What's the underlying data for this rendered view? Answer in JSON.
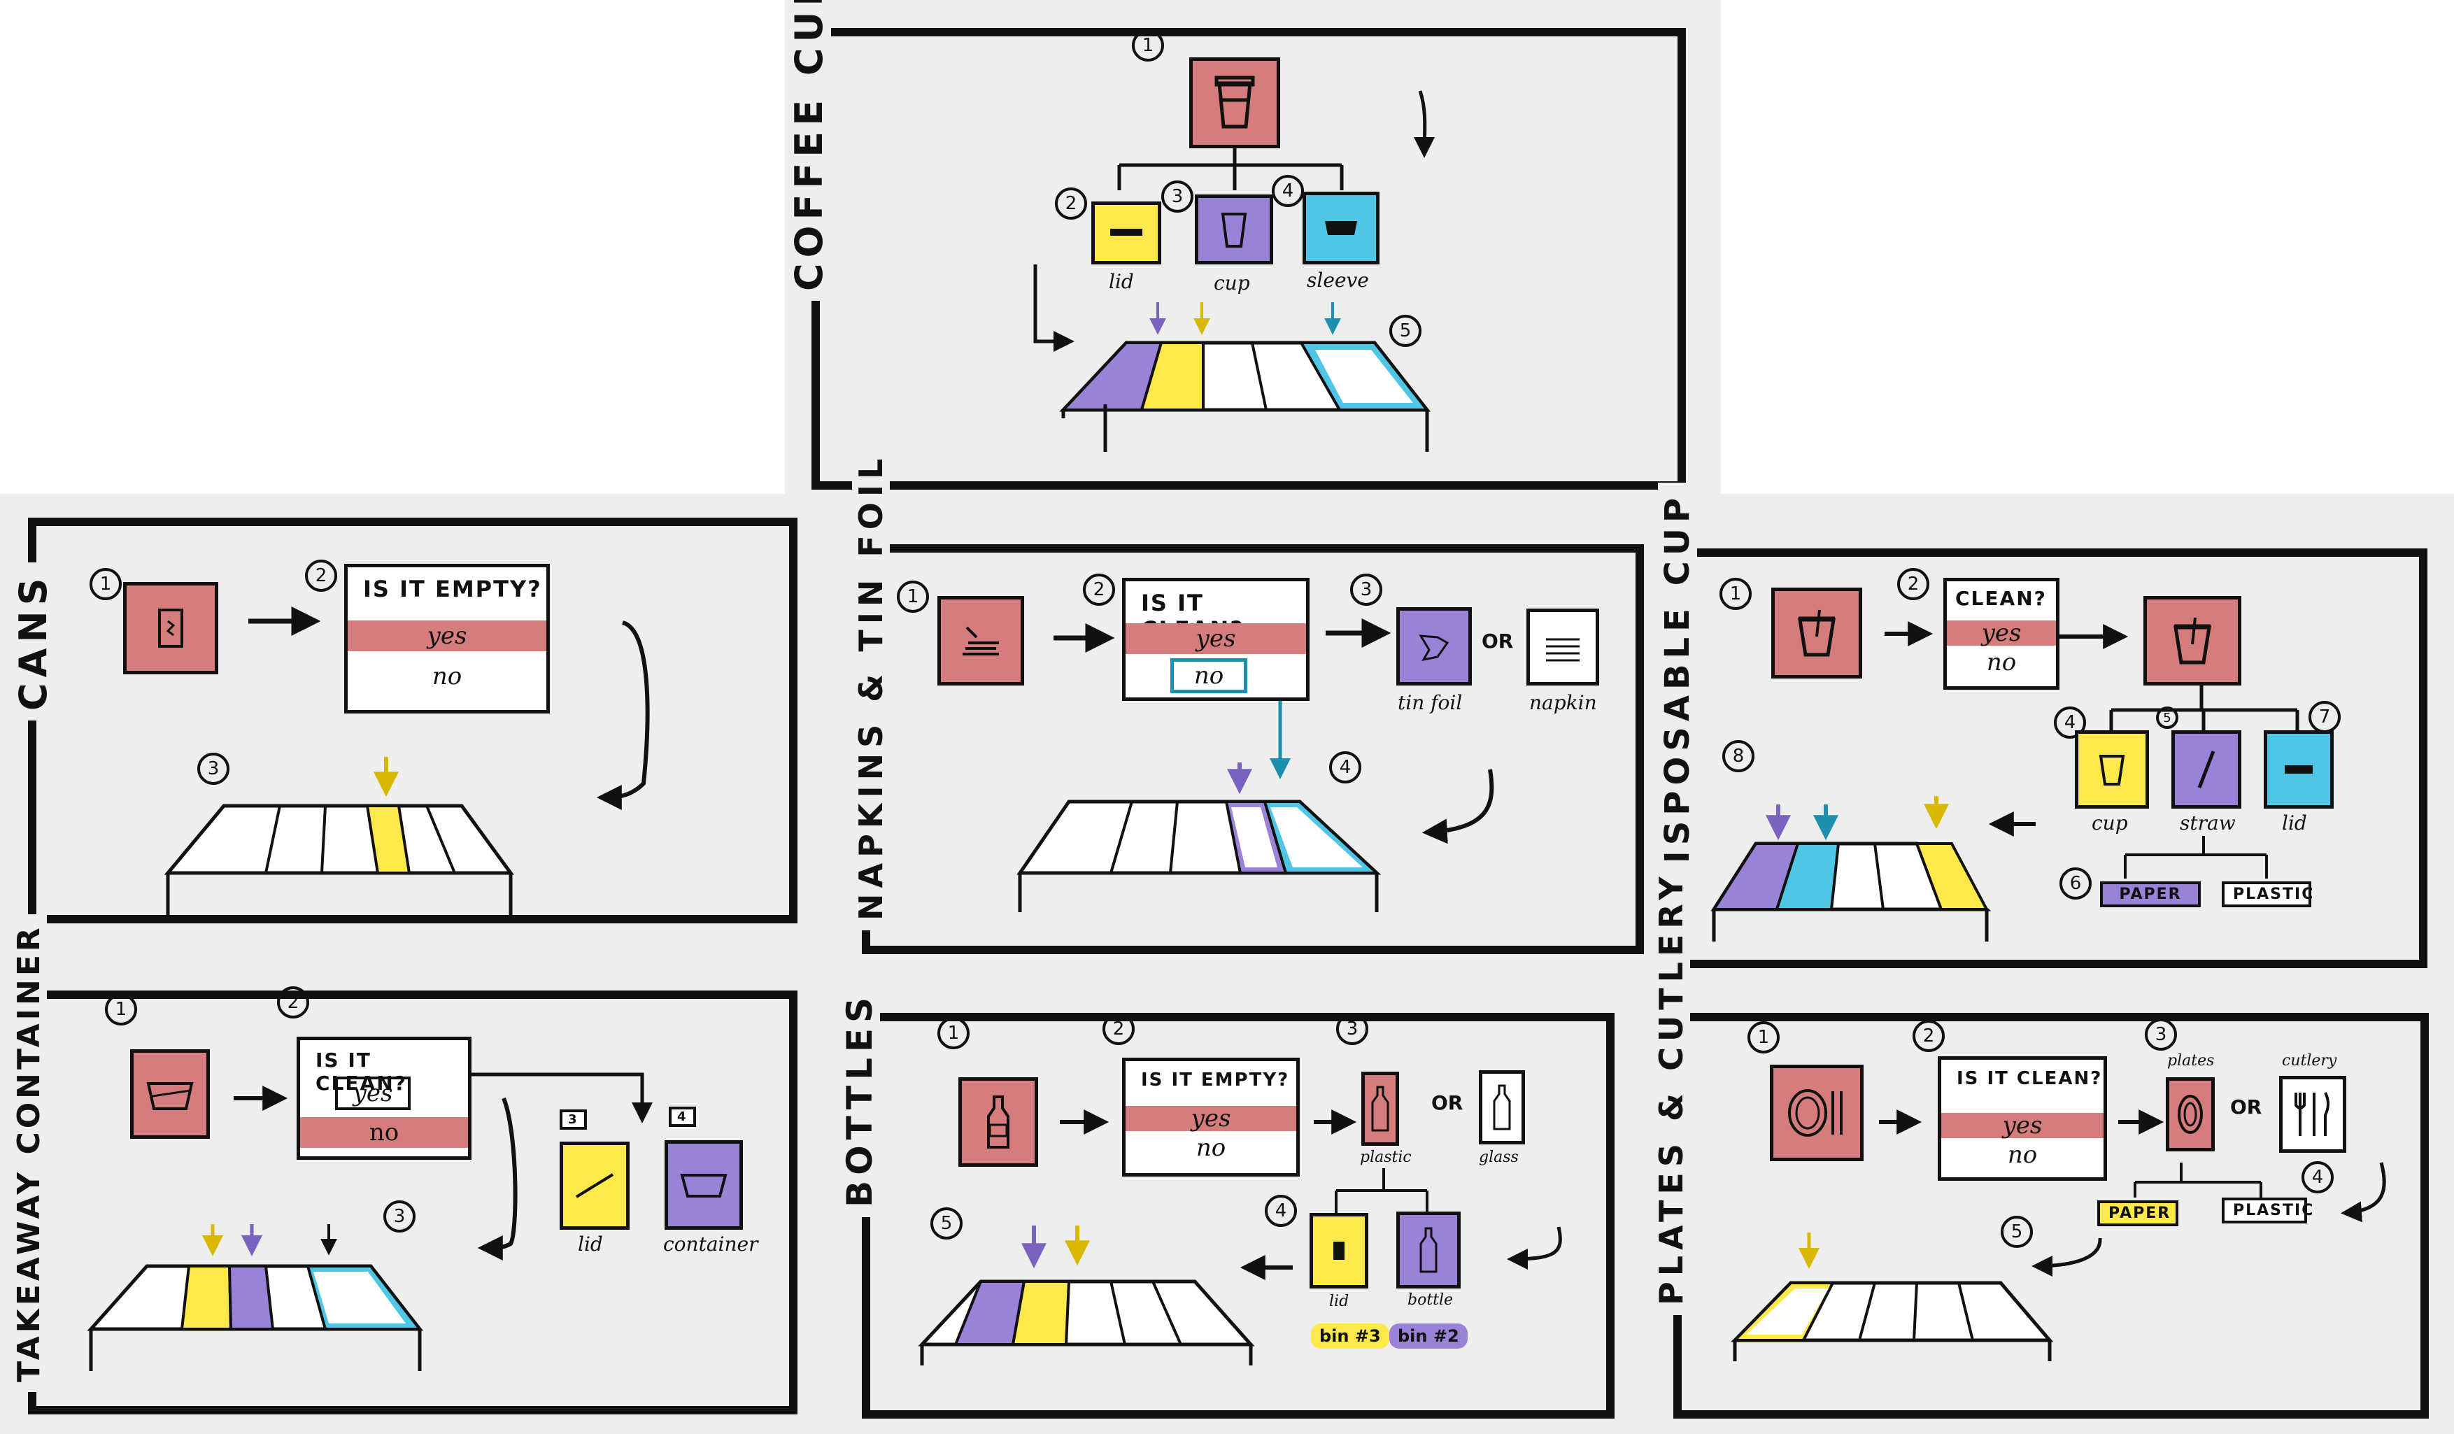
{
  "colors": {
    "pink": "#d57c7c",
    "yellow": "#ffe94a",
    "purple": "#9a82d8",
    "blue": "#4fc6e6",
    "sheet": "#eeeeec"
  },
  "panels": {
    "coffee": {
      "title": "COFFEE CUP",
      "steps": [
        "1",
        "2",
        "3",
        "4",
        "5"
      ],
      "labels": {
        "lid": "lid",
        "cup": "cup",
        "sleeve": "sleeve"
      }
    },
    "cans": {
      "title": "CANS",
      "steps": [
        "1",
        "2",
        "3"
      ],
      "question": "IS IT EMPTY?",
      "yes": "yes",
      "no": "no"
    },
    "napkins": {
      "title": "NAPKINS & TIN FOIL",
      "steps": [
        "1",
        "2",
        "3",
        "4"
      ],
      "question": "IS IT CLEAN?",
      "yes": "yes",
      "no": "no",
      "or": "OR",
      "labels": {
        "tinfoil": "tin foil",
        "napkin": "napkin"
      }
    },
    "disposable": {
      "title": "DISPOSABLE CUP",
      "steps": [
        "1",
        "2",
        "3",
        "4",
        "5",
        "6",
        "7",
        "8"
      ],
      "question": "CLEAN?",
      "yes": "yes",
      "no": "no",
      "labels": {
        "cup": "cup",
        "straw": "straw",
        "lid": "lid"
      },
      "tags": {
        "paper": "PAPER",
        "plastic": "PLASTIC"
      }
    },
    "takeaway": {
      "title": "TAKEAWAY CONTAINER",
      "steps": [
        "1",
        "2",
        "3"
      ],
      "question": "IS IT CLEAN?",
      "yes": "yes",
      "no": "no",
      "boxnums": {
        "a": "3",
        "b": "4"
      },
      "labels": {
        "lid": "lid",
        "container": "container"
      }
    },
    "bottles": {
      "title": "BOTTLES",
      "steps": [
        "1",
        "2",
        "3",
        "4",
        "5"
      ],
      "question": "IS IT EMPTY?",
      "yes": "yes",
      "no": "no",
      "or": "OR",
      "labels": {
        "plastic": "plastic",
        "glass": "glass",
        "lid": "lid",
        "bottle": "bottle"
      },
      "bins": {
        "b3": "bin #3",
        "b2": "bin #2"
      }
    },
    "plates": {
      "title": "PLATES & CUTLERY",
      "steps": [
        "1",
        "2",
        "3",
        "4",
        "5"
      ],
      "question": "IS IT CLEAN?",
      "yes": "yes",
      "no": "no",
      "or": "OR",
      "labels": {
        "plates": "plates",
        "cutlery": "cutlery"
      },
      "tags": {
        "paper": "PAPER",
        "plastic": "PLASTIC"
      }
    }
  }
}
